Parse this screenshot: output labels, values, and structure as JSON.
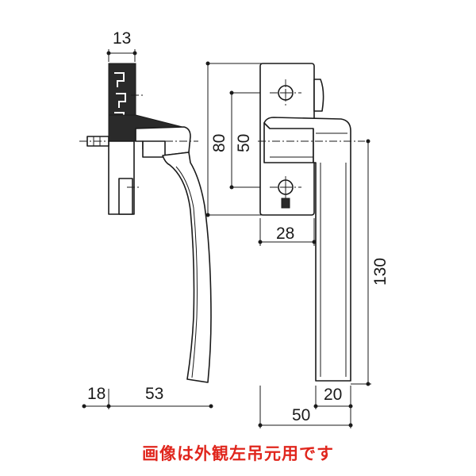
{
  "dimensions": {
    "side_top_width": "13",
    "front_height_outer": "80",
    "front_height_inner": "50",
    "front_base_width": "28",
    "handle_length": "130",
    "side_offset": "18",
    "side_reach": "53",
    "front_handle_width": "20",
    "front_total_width": "50"
  },
  "caption": "画像は外観左吊元用です",
  "colors": {
    "line": "#1a1a1a",
    "fill_dark": "#2a2a2a",
    "caption": "#e0261d"
  }
}
